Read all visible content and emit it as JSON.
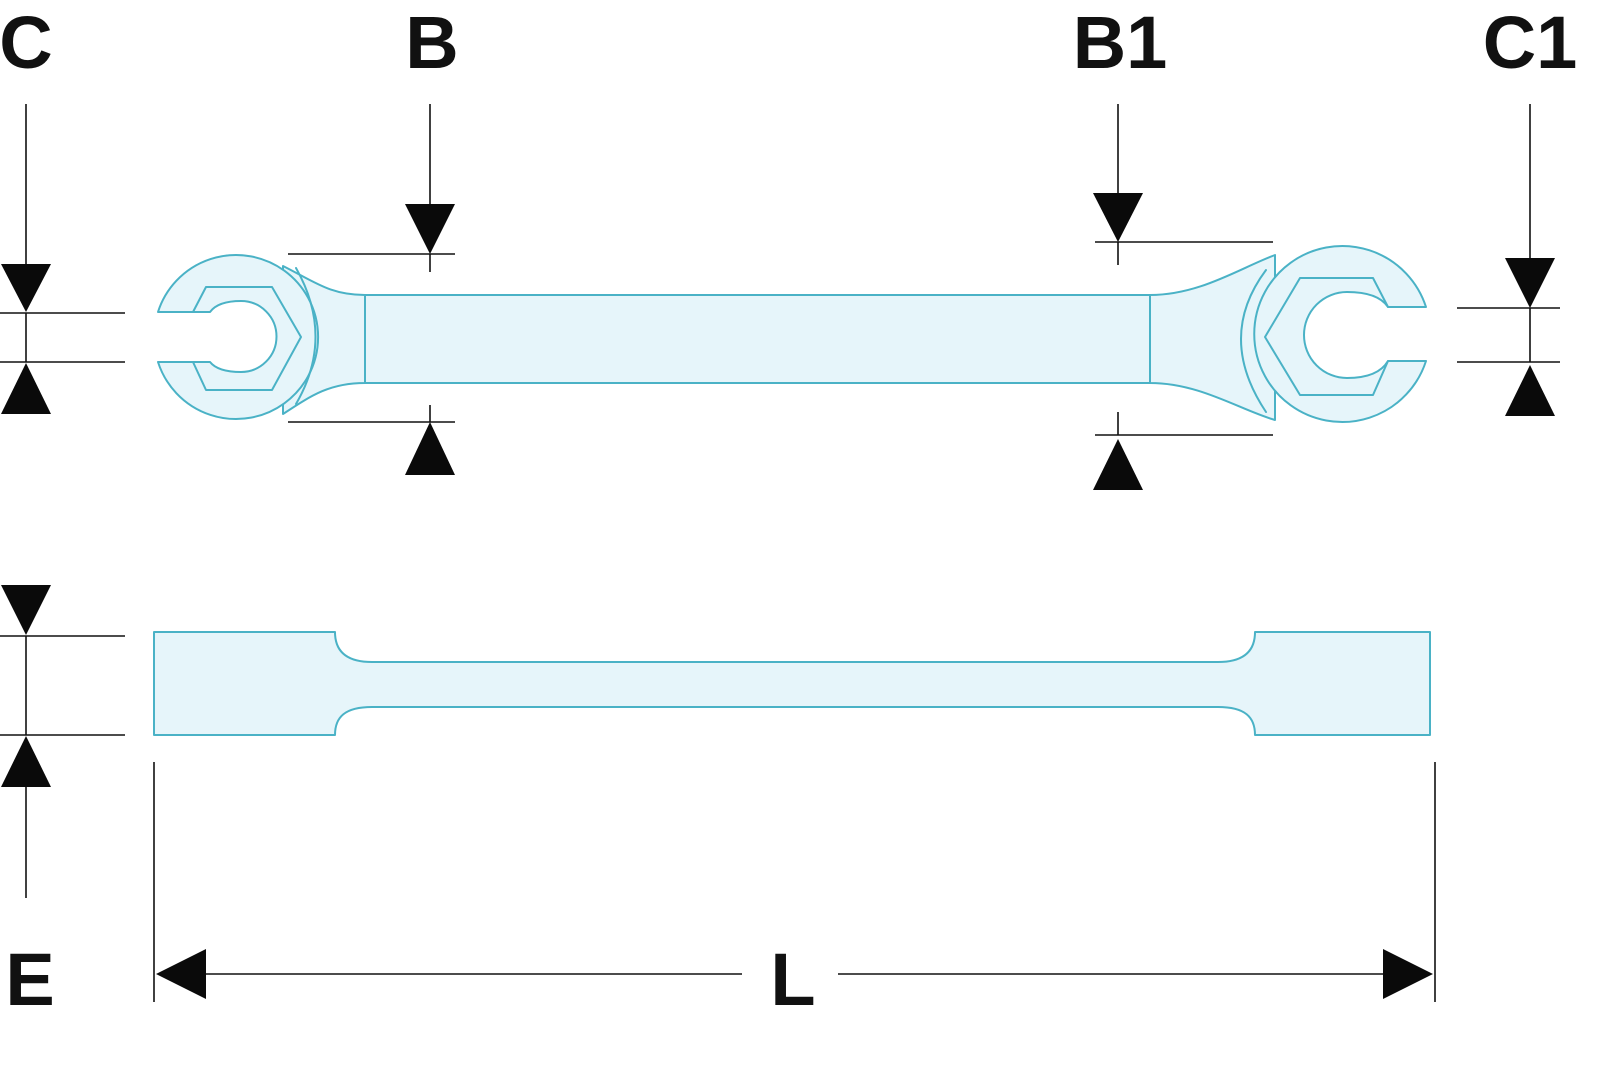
{
  "labels": {
    "c": "C",
    "b": "B",
    "b1": "B1",
    "c1": "C1",
    "e": "E",
    "l": "L"
  },
  "colors": {
    "outline": "#4ab2c6",
    "fill": "#e6f5fa",
    "dimension": "#111111"
  }
}
